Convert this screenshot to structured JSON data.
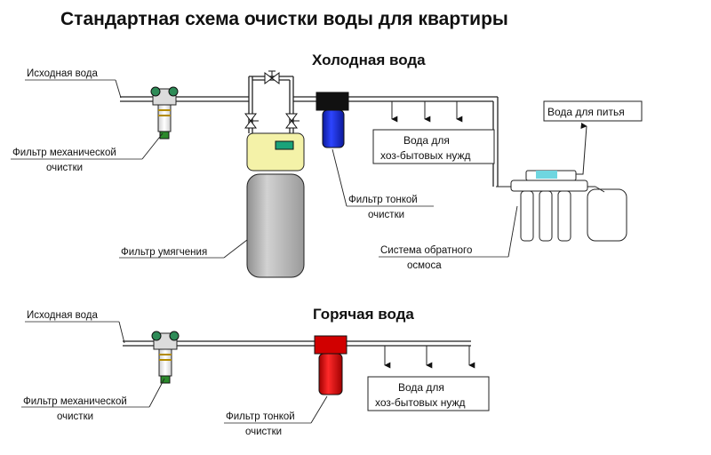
{
  "title": "Стандартная схема очистки воды для квартиры",
  "cold": {
    "heading": "Холодная вода",
    "source_label": "Исходная вода",
    "mech_filter_line1": "Фильтр механической",
    "mech_filter_line2": "очистки",
    "softener_label": "Фильтр умягчения",
    "fine_filter_line1": "Фильтр тонкой",
    "fine_filter_line2": "очистки",
    "household_line1": "Вода для",
    "household_line2": "хоз-бытовых нужд",
    "ro_line1": "Система обратного",
    "ro_line2": "осмоса",
    "drinking_label": "Вода для питья"
  },
  "hot": {
    "heading": "Горячая вода",
    "source_label": "Исходная вода",
    "mech_filter_line1": "Фильтр механической",
    "mech_filter_line2": "очистки",
    "fine_filter_line1": "Фильтр тонкой",
    "fine_filter_line2": "очистки",
    "household_line1": "Вода для",
    "household_line2": "хоз-бытовых нужд"
  },
  "colors": {
    "fine_filter_cold": "#1a2fd6",
    "fine_filter_hot": "#e01010",
    "softener_head": "#f4f2a8",
    "softener_tank": "#b9b9b9",
    "display": "#1aa37a",
    "gauge": "#2e8b57",
    "membrane": "#6fd6e0"
  }
}
